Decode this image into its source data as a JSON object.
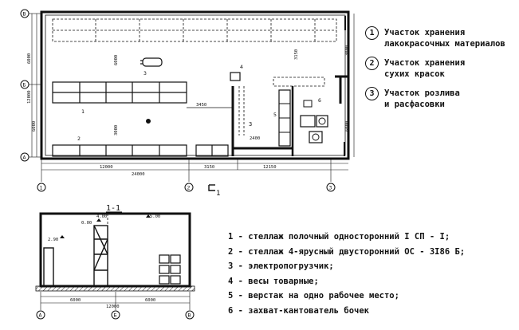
{
  "plan": {
    "axes": [
      "1",
      "2",
      "3"
    ],
    "rows": [
      "А",
      "Б",
      "В"
    ],
    "section_mark": "1",
    "section_title": "1-1",
    "dimensions": {
      "bottom_left": "12000",
      "bottom_total": "24000",
      "bottom_mid": "3150",
      "bottom_right": "12150",
      "left_total": "12000",
      "left_upper": "6000",
      "left_lower": "6000",
      "inner_3000": "3000",
      "inner_top": "6000",
      "door_3450": "3450",
      "right_top": "3150",
      "right_mid": "2400",
      "right_bottom": "6000",
      "gap_3000": "3000"
    },
    "equipment_numbers": [
      "1",
      "2",
      "3",
      "4",
      "5",
      "6"
    ],
    "room_numbers": [
      "1",
      "2",
      "3"
    ]
  },
  "section": {
    "elevations": [
      "0.00",
      "2.90",
      "4.00",
      "5.00"
    ],
    "dimensions": [
      "6000",
      "6000",
      "12000"
    ],
    "axes": [
      "А",
      "Б",
      "В"
    ]
  },
  "legend": [
    {
      "num": "1",
      "text": "Участок хранения\nлакокрасочных материалов"
    },
    {
      "num": "2",
      "text": "Участок хранения\nсухих красок"
    },
    {
      "num": "3",
      "text": "Участок розлива\nи расфасовки"
    }
  ],
  "notes": [
    "1 - стеллаж полочный односторонний I СП - I;",
    "2 - стеллаж 4-ярусный двусторонний ОС - 3I86 Б;",
    "3 - электропогрузчик;",
    "4 - весы товарные;",
    "5 - верстак на одно рабочее место;",
    "6 - захват-кантователь бочек"
  ]
}
